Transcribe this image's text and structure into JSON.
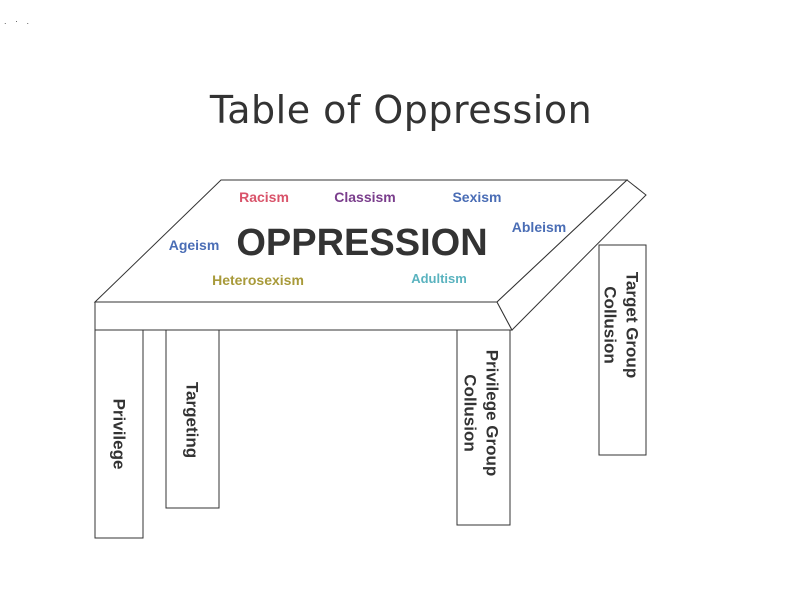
{
  "title": "Table of Oppression",
  "tabletop": {
    "main_label": "OPPRESSION",
    "items": [
      {
        "label": "Racism",
        "color": "#d9536a"
      },
      {
        "label": "Classism",
        "color": "#7a3d8c"
      },
      {
        "label": "Sexism",
        "color": "#4a6db5"
      },
      {
        "label": "Ableism",
        "color": "#4a6db5"
      },
      {
        "label": "Ageism",
        "color": "#4a6db5"
      },
      {
        "label": "Heterosexism",
        "color": "#a89a3a"
      },
      {
        "label": "Adultism",
        "color": "#5ab3bf"
      }
    ]
  },
  "legs": [
    {
      "label": "Privilege"
    },
    {
      "label": "Targeting"
    },
    {
      "line1": "Privilege Group",
      "line2": "Collusion"
    },
    {
      "line1": "Target Group",
      "line2": "Collusion"
    }
  ]
}
